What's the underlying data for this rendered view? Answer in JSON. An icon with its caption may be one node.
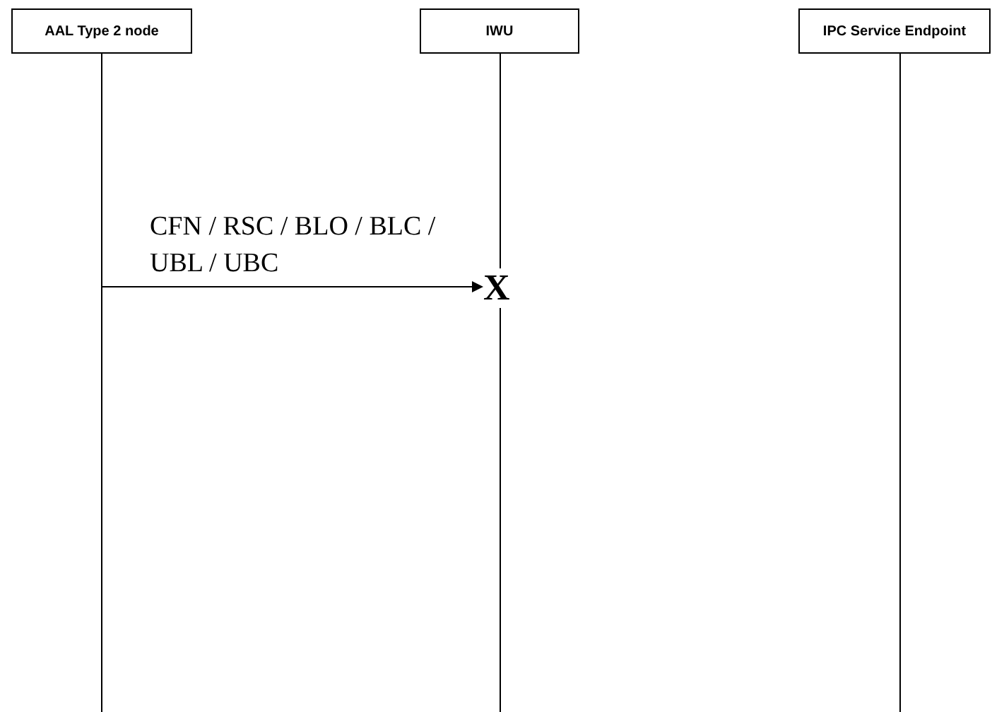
{
  "diagram": {
    "nodes": [
      {
        "text": [
          "AAL Type 2 node"
        ]
      },
      {
        "text": [
          "IWU"
        ]
      },
      {
        "text": [
          "IPC Service Endpoint"
        ]
      },
      {
        "text": [
          "X"
        ]
      }
    ],
    "edges": [
      {
        "from": 0,
        "to": 3,
        "arrow": "to",
        "label": "CFN / RSC / BLO / BLC / UBL / UBC"
      }
    ]
  }
}
